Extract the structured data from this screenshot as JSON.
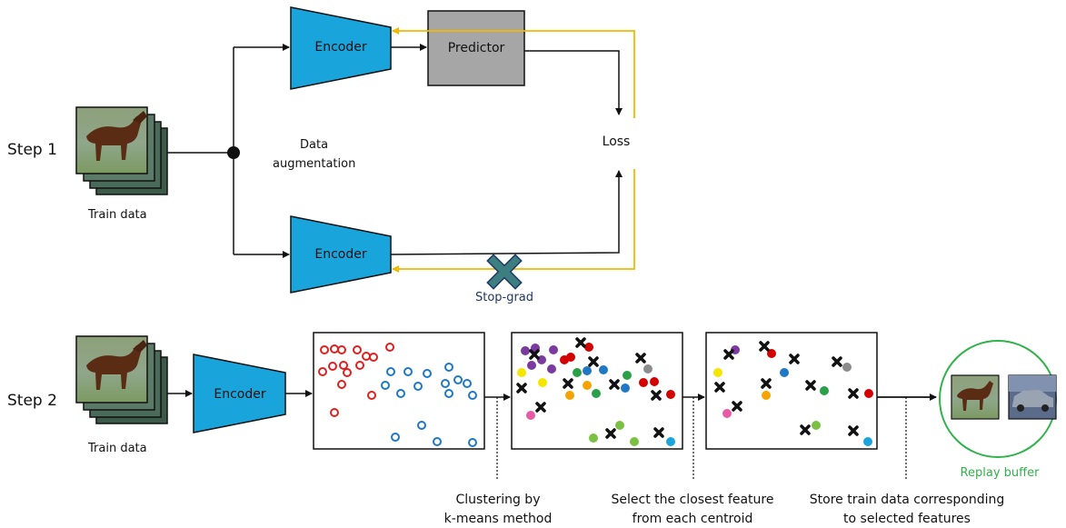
{
  "step1": {
    "label": "Step 1",
    "train_label": "Train data",
    "encoder_top_label": "Encoder",
    "predictor_label": "Predictor",
    "encoder_bottom_label": "Encoder",
    "loss_label": "Loss",
    "aug_line1": "Data",
    "aug_line2": "augmentation",
    "stopgrad_label": "Stop-grad"
  },
  "step2": {
    "label": "Step 2",
    "train_label": "Train data",
    "encoder_label": "Encoder",
    "caption1_line1": "Clustering by",
    "caption1_line2": "k-means method",
    "caption2_line1": "Select the closest feature",
    "caption2_line2": "from each centroid",
    "caption3_line1": "Store train data corresponding",
    "caption3_line2": "to selected features",
    "replay_label": "Replay buffer"
  },
  "colors": {
    "encoder": "#1aa4dc",
    "predictor": "#a6a6a6",
    "gradient_arrow": "#f5b800",
    "stopgrad_x": "#3d7f80",
    "stopgrad_text": "#1f3864",
    "replay": "#2fb24a",
    "red": "#e02020",
    "blue": "#1f78c4"
  }
}
